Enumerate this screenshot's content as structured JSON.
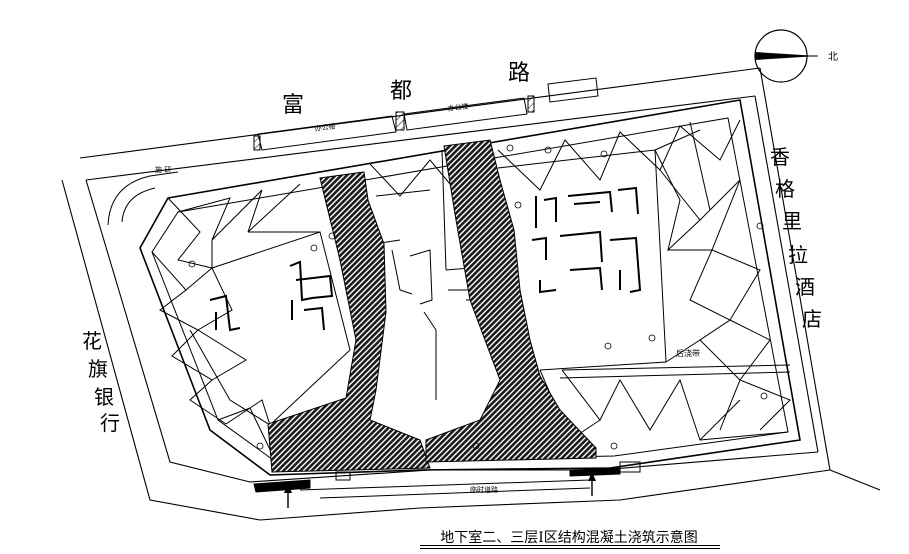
{
  "labels": {
    "north": "北",
    "road_top": [
      "富",
      "都",
      "路"
    ],
    "road_right": [
      "香",
      "格",
      "里",
      "拉",
      "酒",
      "店"
    ],
    "road_left": [
      "花",
      "旗",
      "银",
      "行"
    ],
    "box_left": "办公楼",
    "box_right": "办公楼",
    "small_left": "施 研",
    "post_pour": "后浇带",
    "bottom_strip": "临时道路"
  },
  "caption": "地下室二、三层Ⅰ区结构混凝土浇筑示意图",
  "colors": {
    "line": "#000000",
    "hatch": "#1a1a1a"
  }
}
